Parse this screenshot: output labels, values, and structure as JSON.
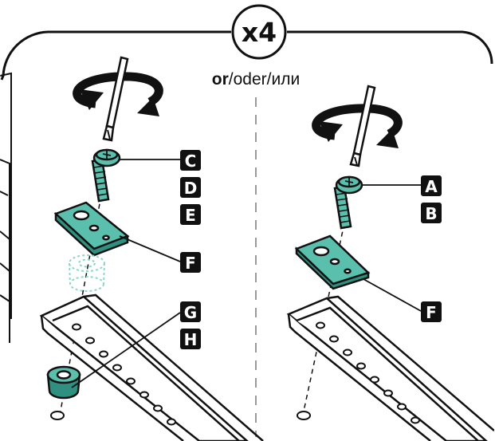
{
  "badge": {
    "text": "x4"
  },
  "divider_caption": {
    "primary": "or",
    "rest": "/oder/или"
  },
  "left_panel": {
    "screw_labels": [
      "C",
      "D",
      "E"
    ],
    "plate_label": "F",
    "spacer_labels": [
      "G",
      "H"
    ]
  },
  "right_panel": {
    "screw_labels": [
      "A",
      "B"
    ],
    "plate_label": "F"
  },
  "colors": {
    "part_teal": "#5bbfae",
    "part_teal_dark": "#2f8f80",
    "label_bg": "#111111",
    "label_text": "#ffffff",
    "line": "#111111",
    "ghost": "#8fd6ca"
  },
  "icons": {
    "rotate": "rotate-clockwise-arrow-icon",
    "screwdriver": "phillips-screwdriver-icon"
  }
}
